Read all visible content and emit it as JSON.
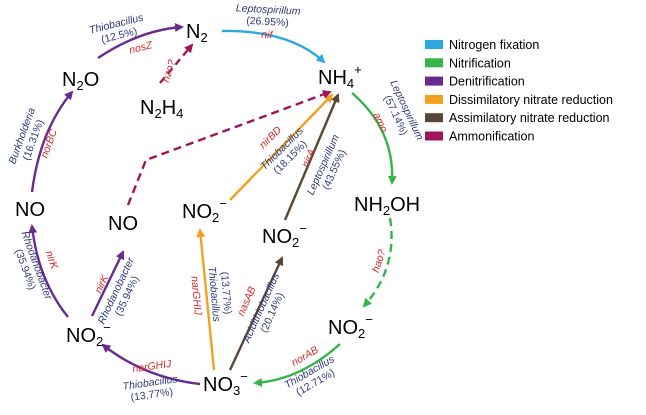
{
  "colors": {
    "nitrogen_fixation": "#2aa8e0",
    "nitrification": "#33b54a",
    "denitrification": "#6a2a8e",
    "dissimilatory": "#f2a01e",
    "assimilatory": "#5a4634",
    "ammonification": "#a0155a",
    "organism_text": "#2f3a78",
    "gene_text": "#d62a2a"
  },
  "legend": [
    {
      "label": "Nitrogen fixation",
      "color": "#2aa8e0"
    },
    {
      "label": "Nitrification",
      "color": "#33b54a"
    },
    {
      "label": "Denitrification",
      "color": "#6a2a8e"
    },
    {
      "label": "Dissimilatory nitrate reduction",
      "color": "#f2a01e"
    },
    {
      "label": "Assimilatory nitrate reduction",
      "color": "#5a4634"
    },
    {
      "label": "Ammonification",
      "color": "#a0155a"
    }
  ],
  "nodes": {
    "n2": {
      "main": "N",
      "sub": "2"
    },
    "nh4": {
      "main": "NH",
      "sub": "4",
      "sup": "+"
    },
    "n2o": {
      "main": "N",
      "sub": "2",
      "tail": "O"
    },
    "n2h4": {
      "main": "N",
      "sub": "2",
      "tail": "H",
      "sub2": "4"
    },
    "no_left": {
      "main": "NO"
    },
    "no_mid": {
      "main": "NO"
    },
    "no2_center": {
      "main": "NO",
      "sub": "2",
      "sup": "−"
    },
    "nh2oh": {
      "main": "NH",
      "sub": "2",
      "tail": "OH"
    },
    "no2_mid": {
      "main": "NO",
      "sub": "2",
      "sup": "−"
    },
    "no2_left": {
      "main": "NO",
      "sub": "2",
      "sup": "−"
    },
    "no2_right": {
      "main": "NO",
      "sub": "2",
      "sup": "−"
    },
    "no3": {
      "main": "NO",
      "sub": "3",
      "sup": "−"
    }
  },
  "labels": {
    "thiobacillus_n2o_n2": {
      "organism": "Thiobacillus",
      "pct": "(12.5%)",
      "gene": "nosZ"
    },
    "leptospirillum_n2_nh4": {
      "organism": "Leptospirillum",
      "pct": "(26.95%)",
      "gene": "nif"
    },
    "hzo": {
      "gene": "hzo?"
    },
    "burkholderia": {
      "organism": "Burkholderia",
      "pct": "(16.31%)",
      "gene": "norBC"
    },
    "leptospirillum_amo": {
      "organism": "Leptospirillum",
      "pct": "(57.14%)",
      "gene": "amo"
    },
    "thiobacillus_nirbd": {
      "gene": "nirBD",
      "organism": "Thiobacillus",
      "pct": "(18.15%)"
    },
    "leptospirillum_nira": {
      "gene": "nirA",
      "organism": "Leptospirillum",
      "pct": "(43.55%)"
    },
    "rhodanobacter_left": {
      "gene": "nirK",
      "organism": "Rhodanobacter",
      "pct": "(35.94%)"
    },
    "rhodanobacter_mid": {
      "gene": "nirK",
      "organism": "Rhodanobacter",
      "pct": "(35.94%)"
    },
    "hao": {
      "gene": "hao?"
    },
    "thiobacillus_narghij_v": {
      "gene": "narGHIJ",
      "organism": "Thiobacillus",
      "pct": "(13.77%)"
    },
    "acidithiobacillus": {
      "gene": "nasAB",
      "organism": "Acidithiobacillus",
      "pct": "(20.14%)"
    },
    "thiobacillus_narghij_b": {
      "gene": "narGHIJ",
      "organism": "Thiobacillus",
      "pct": "(13.77%)"
    },
    "thiobacillus_norab": {
      "gene": "norAB",
      "organism": "Thiobacillus",
      "pct": "(12.71%)"
    }
  }
}
